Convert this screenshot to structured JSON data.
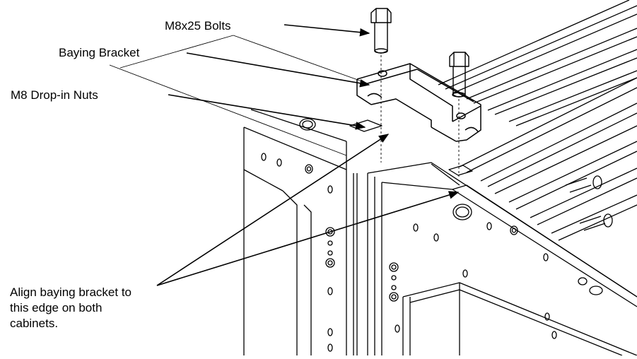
{
  "diagram": {
    "labels": {
      "bolts": "M8x25 Bolts",
      "bracket": "Baying Bracket",
      "nuts": "M8 Drop-in Nuts",
      "align_line1": "Align baying bracket to",
      "align_line2": "this edge on both",
      "align_line3": "cabinets."
    },
    "colors": {
      "line": "#000000",
      "background": "#ffffff",
      "part_fill": "#ffffff"
    }
  }
}
